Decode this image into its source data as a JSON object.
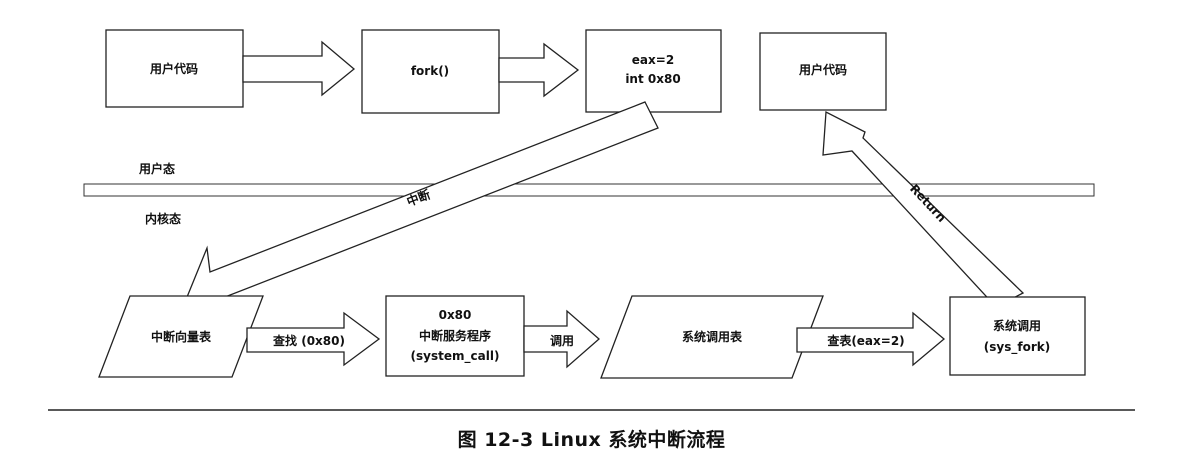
{
  "boxes": {
    "user_code_1": "用户代码",
    "fork": "fork()",
    "eax_line1": "eax=2",
    "eax_line2": "int 0x80",
    "user_code_2": "用户代码",
    "ivt": "中断向量表",
    "isr_line1": "0x80",
    "isr_line2": "中断服务程序",
    "isr_line3": "(system_call)",
    "syscall_table": "系统调用表",
    "sys_fork_line1": "系统调用",
    "sys_fork_line2": "(sys_fork)"
  },
  "arrows": {
    "interrupt": "中断",
    "return": "Return",
    "lookup": "查找 (0x80)",
    "call": "调用",
    "lookup_table": "查表(eax=2)"
  },
  "zones": {
    "user_mode": "用户态",
    "kernel_mode": "内核态"
  },
  "caption": "图 12-3   Linux 系统中断流程"
}
